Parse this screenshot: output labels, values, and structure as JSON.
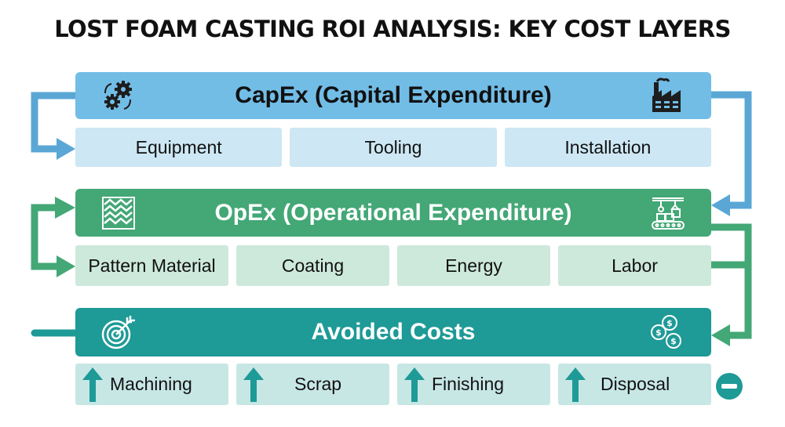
{
  "title": "LOST FOAM CASTING ROI ANALYSIS: KEY COST LAYERS",
  "layers": [
    {
      "header": "CapEx (Capital Expenditure)",
      "left_icon": "gears-cycle-icon",
      "right_icon": "factory-icon",
      "color": "#72bde6",
      "items": [
        "Equipment",
        "Tooling",
        "Installation"
      ]
    },
    {
      "header": "OpEx (Operational Expenditure)",
      "left_icon": "pattern-material-icon",
      "right_icon": "conveyor-assembly-icon",
      "color": "#43a776",
      "items": [
        "Pattern Material",
        "Coating",
        "Energy",
        "Labor"
      ]
    },
    {
      "header": "Avoided Costs",
      "left_icon": "target-icon",
      "right_icon": "coins-icon",
      "color": "#1e9a97",
      "items": [
        "Machining",
        "Scrap",
        "Finishing",
        "Disposal"
      ],
      "item_icon": "up-arrow-icon",
      "trailing_icon": "minus-circle-icon"
    }
  ]
}
